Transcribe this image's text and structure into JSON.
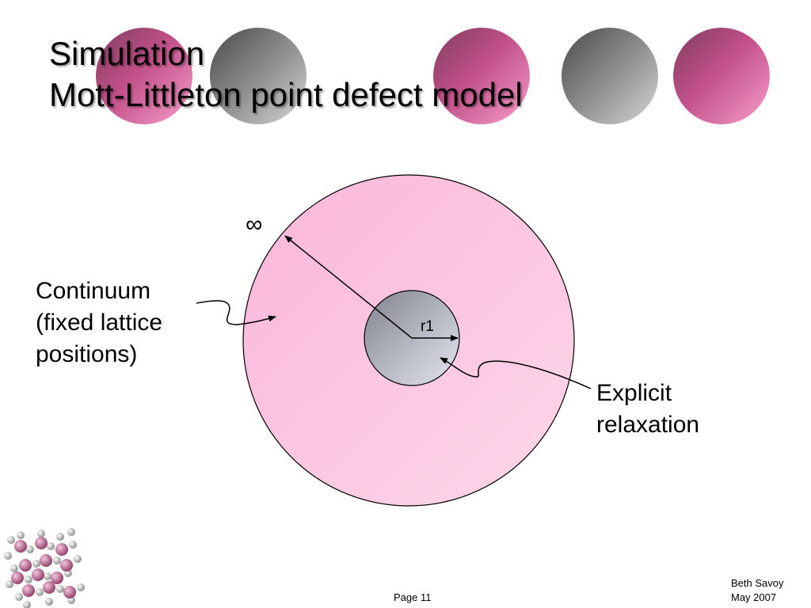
{
  "slide": {
    "title_line1": "Simulation",
    "title_line2": "Mott-Littleton point defect model",
    "infinity_symbol": "∞",
    "r1_label": "r1",
    "continuum_line1": "Continuum",
    "continuum_line2": "(fixed lattice",
    "continuum_line3": "positions)",
    "explicit_line1": "Explicit",
    "explicit_line2": "relaxation",
    "page_label": "Page 11",
    "author": "Beth Savoy",
    "date": "May 2007"
  },
  "colors": {
    "outer_circle": "#fbc3df",
    "inner_circle": "#a6a8b4",
    "pink_deco": "#e25f9e",
    "gray_deco": "#8b8b8b"
  }
}
